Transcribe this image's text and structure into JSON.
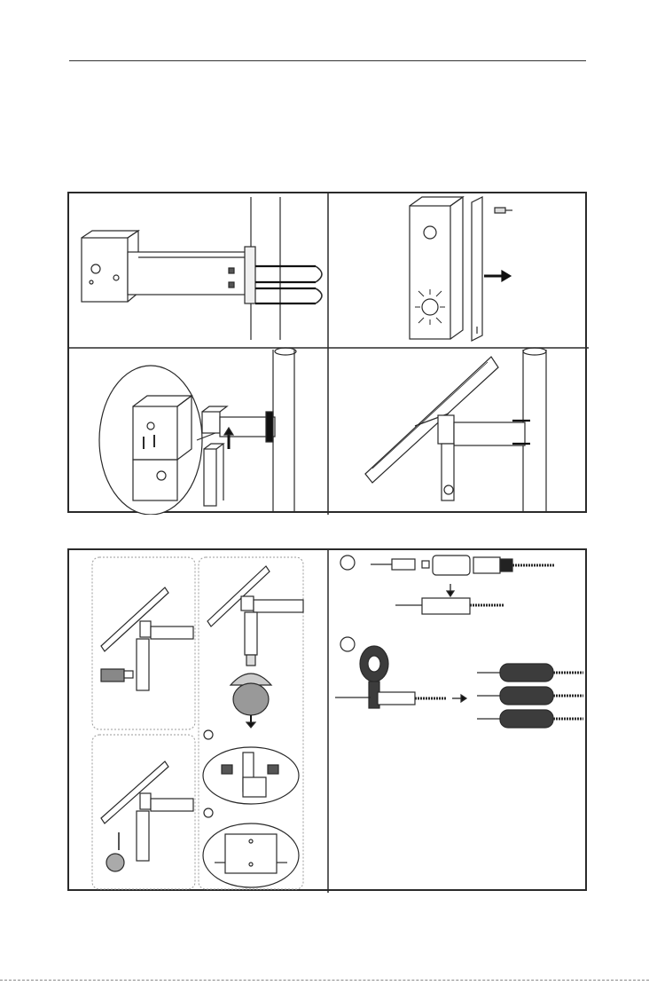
{
  "page": {
    "header_rule": true,
    "colors": {
      "line": "#2a2a2a",
      "fill_light": "#e6e6e6",
      "fill_dark": "#3c3c3c",
      "dashed": "#9a9a9a"
    }
  },
  "figure_top": {
    "steps": [
      {
        "icon": "u-bolt-bracket-on-pole"
      },
      {
        "icon": "bracket-plate-removal"
      },
      {
        "icon": "junction-box-fixing-closeup"
      },
      {
        "icon": "solar-panel-mounted"
      }
    ]
  },
  "figure_bottom": {
    "left_steps": [
      {
        "icon": "camera-hook-attach"
      },
      {
        "icon": "dome-camera-lowering"
      },
      {
        "icon": "camera-screws-fixing"
      },
      {
        "icon": "camera-base-fixing"
      }
    ],
    "right_steps": [
      {
        "icon": "cable-connectors-joining"
      },
      {
        "icon": "waterproof-tape-wrapping"
      }
    ]
  }
}
